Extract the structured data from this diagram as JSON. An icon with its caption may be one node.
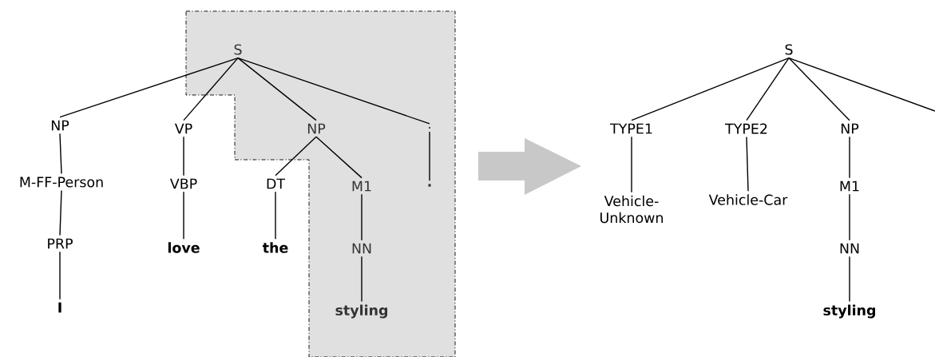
{
  "diagram": {
    "nodes": [
      {
        "text": [
          "S"
        ]
      },
      {
        "text": [
          "NP"
        ]
      },
      {
        "text": [
          "VP"
        ]
      },
      {
        "text": [
          "NP"
        ]
      },
      {
        "text": [
          "."
        ]
      },
      {
        "text": [
          "M-FF-Person"
        ]
      },
      {
        "text": [
          "VBP"
        ]
      },
      {
        "text": [
          "DT"
        ]
      },
      {
        "text": [
          "M1"
        ]
      },
      {
        "text": [
          "."
        ]
      },
      {
        "text": [
          "PRP"
        ]
      },
      {
        "text": [
          "love"
        ]
      },
      {
        "text": [
          "the"
        ]
      },
      {
        "text": [
          "NN"
        ]
      },
      {
        "text": [
          "I"
        ]
      },
      {
        "text": [
          "styling"
        ]
      },
      {
        "text": [
          "S"
        ]
      },
      {
        "text": [
          "TYPE1"
        ]
      },
      {
        "text": [
          "TYPE2"
        ]
      },
      {
        "text": [
          "NP"
        ]
      },
      {
        "text": [
          "Vehicle-Unknown"
        ]
      },
      {
        "text": [
          "Vehicle-Car"
        ]
      },
      {
        "text": [
          "M1"
        ]
      },
      {
        "text": [
          "NN"
        ]
      },
      {
        "text": [
          "styling"
        ]
      }
    ],
    "edges": [
      {
        "from": 0,
        "to": 1,
        "arrow": "none"
      },
      {
        "from": 0,
        "to": 2,
        "arrow": "none"
      },
      {
        "from": 0,
        "to": 3,
        "arrow": "none"
      },
      {
        "from": 0,
        "to": 4,
        "arrow": "none"
      },
      {
        "from": 1,
        "to": 5,
        "arrow": "none"
      },
      {
        "from": 2,
        "to": 6,
        "arrow": "none"
      },
      {
        "from": 3,
        "to": 7,
        "arrow": "none"
      },
      {
        "from": 3,
        "to": 8,
        "arrow": "none"
      },
      {
        "from": 4,
        "to": 9,
        "arrow": "none"
      },
      {
        "from": 5,
        "to": 10,
        "arrow": "none"
      },
      {
        "from": 6,
        "to": 11,
        "arrow": "none"
      },
      {
        "from": 7,
        "to": 12,
        "arrow": "none"
      },
      {
        "from": 8,
        "to": 13,
        "arrow": "none"
      },
      {
        "from": 10,
        "to": 14,
        "arrow": "none"
      },
      {
        "from": 13,
        "to": 15,
        "arrow": "none"
      },
      {
        "from": 16,
        "to": 17,
        "arrow": "none"
      },
      {
        "from": 16,
        "to": 18,
        "arrow": "none"
      },
      {
        "from": 16,
        "to": 19,
        "arrow": "none"
      },
      {
        "from": 16,
        "to": null,
        "arrow": "none"
      },
      {
        "from": 17,
        "to": 20,
        "arrow": "none"
      },
      {
        "from": 18,
        "to": 21,
        "arrow": "none"
      },
      {
        "from": 19,
        "to": 22,
        "arrow": "none"
      },
      {
        "from": 22,
        "to": 23,
        "arrow": "none"
      },
      {
        "from": 23,
        "to": 24,
        "arrow": "none"
      }
    ]
  }
}
